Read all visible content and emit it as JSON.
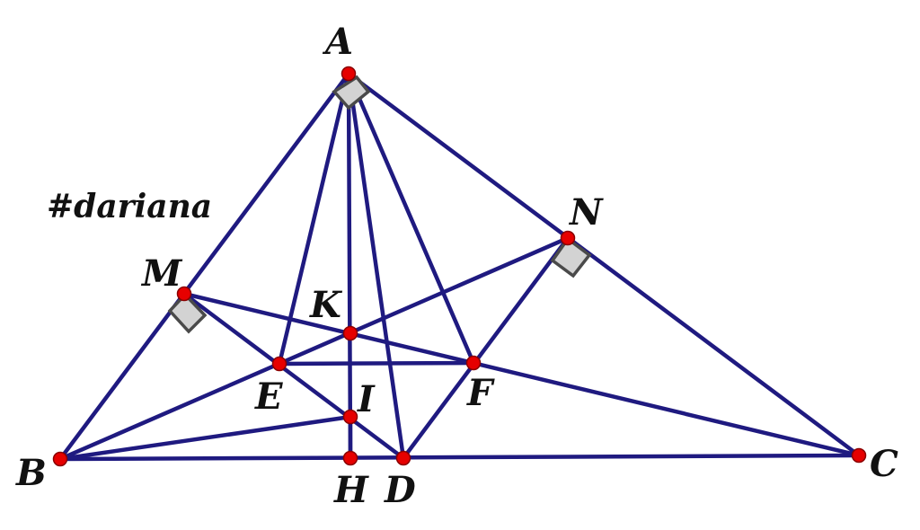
{
  "diagram": {
    "colors": {
      "line": "#1f1a80",
      "point_fill": "#e60000",
      "point_stroke": "#8a0000",
      "right_angle_fill": "#d3d3d3",
      "right_angle_stroke": "#4a4a4a",
      "label": "#111111"
    },
    "watermark": "#dariana",
    "points": [
      {
        "id": "A",
        "label": "A"
      },
      {
        "id": "B",
        "label": "B"
      },
      {
        "id": "C",
        "label": "C"
      },
      {
        "id": "M",
        "label": "M"
      },
      {
        "id": "N",
        "label": "N"
      },
      {
        "id": "K",
        "label": "K"
      },
      {
        "id": "E",
        "label": "E"
      },
      {
        "id": "F",
        "label": "F"
      },
      {
        "id": "I",
        "label": "I"
      },
      {
        "id": "H",
        "label": "H"
      },
      {
        "id": "D",
        "label": "D"
      }
    ],
    "segments": [
      [
        "A",
        "B"
      ],
      [
        "A",
        "C"
      ],
      [
        "B",
        "C"
      ],
      [
        "A",
        "E"
      ],
      [
        "A",
        "H"
      ],
      [
        "A",
        "D"
      ],
      [
        "A",
        "F"
      ],
      [
        "B",
        "N"
      ],
      [
        "B",
        "I"
      ],
      [
        "M",
        "D"
      ],
      [
        "M",
        "C"
      ],
      [
        "E",
        "F"
      ],
      [
        "N",
        "D"
      ],
      [
        "I",
        "H"
      ]
    ],
    "right_angles": [
      "A",
      "M",
      "N"
    ]
  }
}
